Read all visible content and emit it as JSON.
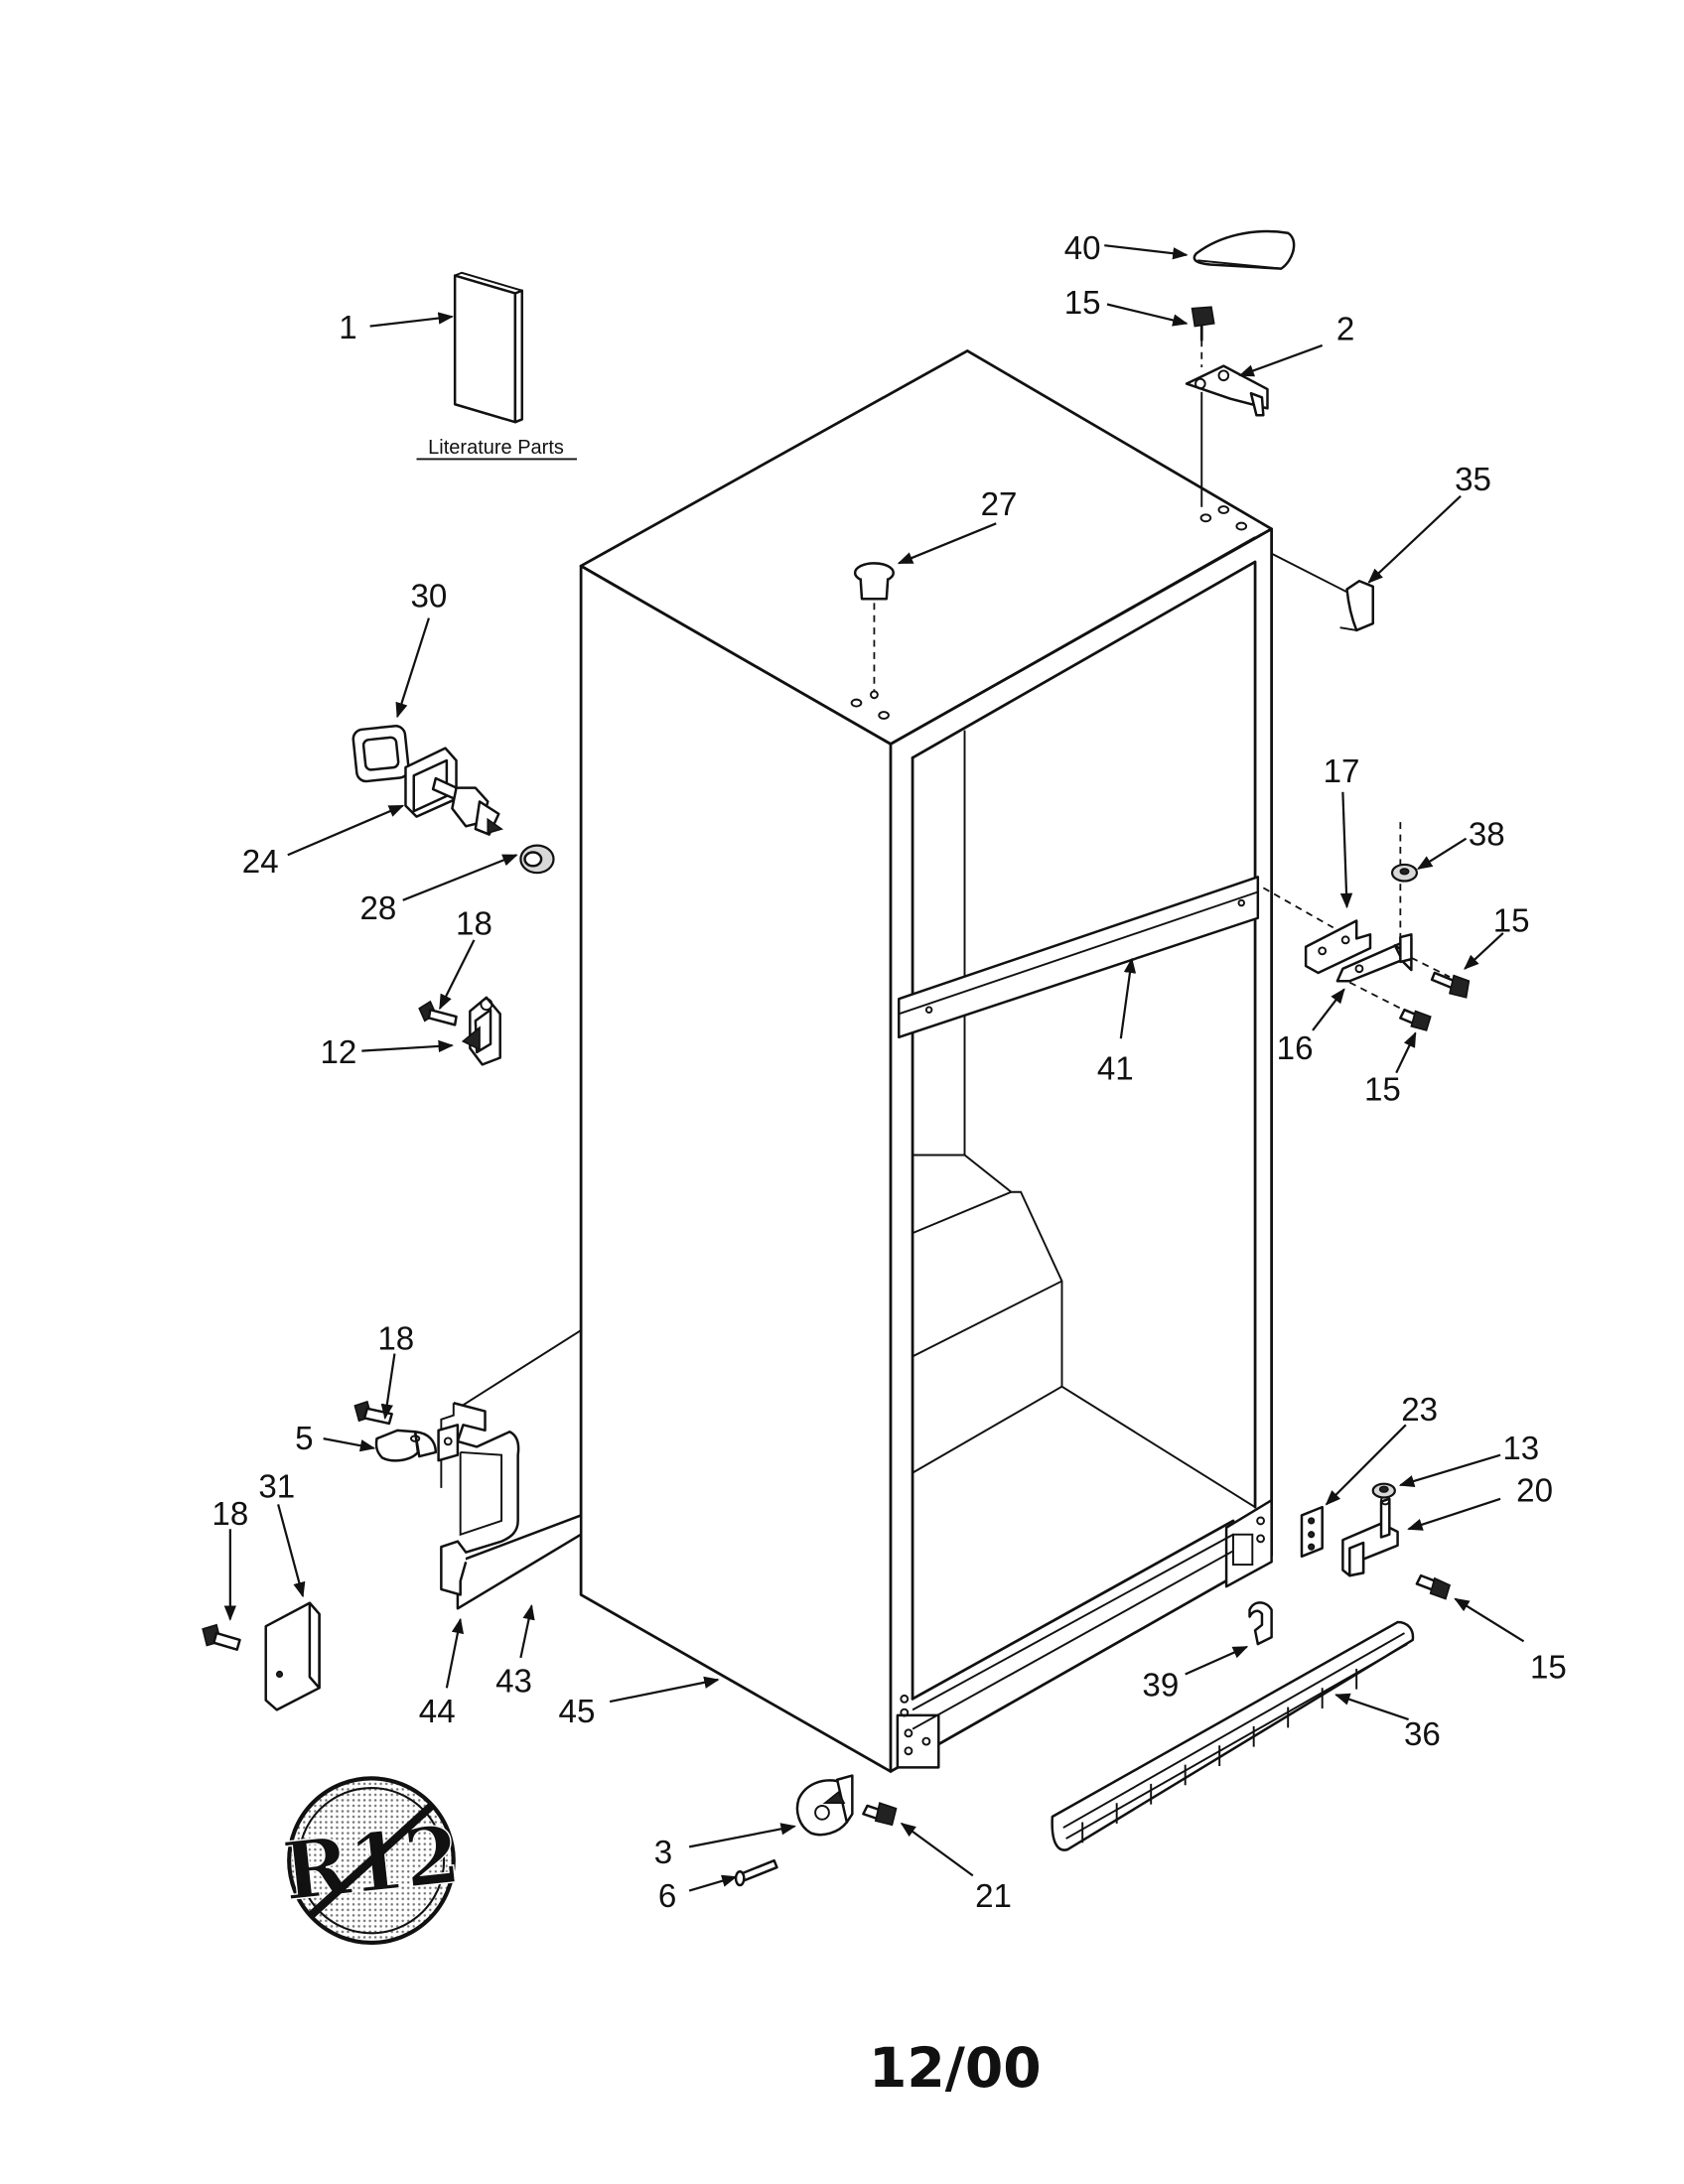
{
  "literature_caption": "Literature Parts",
  "date_code": "12/00",
  "badge_text": "R12",
  "callouts": {
    "c1": "1",
    "c2": "2",
    "c3": "3",
    "c5": "5",
    "c6": "6",
    "c12": "12",
    "c13": "13",
    "c15a": "15",
    "c15b": "15",
    "c15c": "15",
    "c15d": "15",
    "c16": "16",
    "c17": "17",
    "c18a": "18",
    "c18b": "18",
    "c18c": "18",
    "c20": "20",
    "c21": "21",
    "c23": "23",
    "c24": "24",
    "c27": "27",
    "c28": "28",
    "c30": "30",
    "c31": "31",
    "c35": "35",
    "c36": "36",
    "c38": "38",
    "c39": "39",
    "c40": "40",
    "c41": "41",
    "c43": "43",
    "c44": "44",
    "c45": "45"
  }
}
